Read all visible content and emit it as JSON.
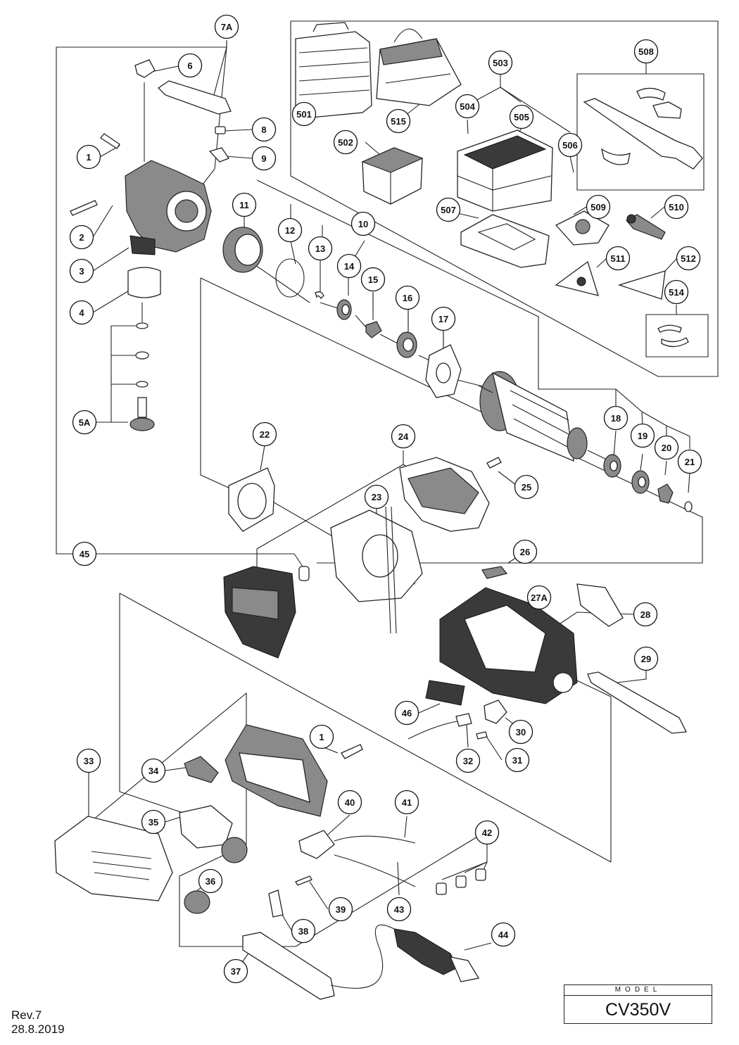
{
  "callouts": [
    {
      "id": "c7A",
      "label": "7A"
    },
    {
      "id": "c6",
      "label": "6"
    },
    {
      "id": "c8",
      "label": "8"
    },
    {
      "id": "c1a",
      "label": "1"
    },
    {
      "id": "c9",
      "label": "9"
    },
    {
      "id": "c2",
      "label": "2"
    },
    {
      "id": "c3",
      "label": "3"
    },
    {
      "id": "c4",
      "label": "4"
    },
    {
      "id": "c5A",
      "label": "5A"
    },
    {
      "id": "c11",
      "label": "11"
    },
    {
      "id": "c12",
      "label": "12"
    },
    {
      "id": "c13",
      "label": "13"
    },
    {
      "id": "c10",
      "label": "10"
    },
    {
      "id": "c14",
      "label": "14"
    },
    {
      "id": "c15",
      "label": "15"
    },
    {
      "id": "c16",
      "label": "16"
    },
    {
      "id": "c17",
      "label": "17"
    },
    {
      "id": "c18",
      "label": "18"
    },
    {
      "id": "c19",
      "label": "19"
    },
    {
      "id": "c20",
      "label": "20"
    },
    {
      "id": "c21",
      "label": "21"
    },
    {
      "id": "c22",
      "label": "22"
    },
    {
      "id": "c24",
      "label": "24"
    },
    {
      "id": "c25",
      "label": "25"
    },
    {
      "id": "c23",
      "label": "23"
    },
    {
      "id": "c45",
      "label": "45"
    },
    {
      "id": "c26",
      "label": "26"
    },
    {
      "id": "c27A",
      "label": "27A"
    },
    {
      "id": "c28",
      "label": "28"
    },
    {
      "id": "c29",
      "label": "29"
    },
    {
      "id": "c46",
      "label": "46"
    },
    {
      "id": "c30",
      "label": "30"
    },
    {
      "id": "c31",
      "label": "31"
    },
    {
      "id": "c32",
      "label": "32"
    },
    {
      "id": "c1b",
      "label": "1"
    },
    {
      "id": "c33",
      "label": "33"
    },
    {
      "id": "c34",
      "label": "34"
    },
    {
      "id": "c35",
      "label": "35"
    },
    {
      "id": "c40",
      "label": "40"
    },
    {
      "id": "c41",
      "label": "41"
    },
    {
      "id": "c42",
      "label": "42"
    },
    {
      "id": "c36",
      "label": "36"
    },
    {
      "id": "c39",
      "label": "39"
    },
    {
      "id": "c43",
      "label": "43"
    },
    {
      "id": "c38",
      "label": "38"
    },
    {
      "id": "c44",
      "label": "44"
    },
    {
      "id": "c37",
      "label": "37"
    },
    {
      "id": "c501",
      "label": "501"
    },
    {
      "id": "c515",
      "label": "515"
    },
    {
      "id": "c503",
      "label": "503"
    },
    {
      "id": "c504",
      "label": "504"
    },
    {
      "id": "c505",
      "label": "505"
    },
    {
      "id": "c506",
      "label": "506"
    },
    {
      "id": "c502",
      "label": "502"
    },
    {
      "id": "c508",
      "label": "508"
    },
    {
      "id": "c507",
      "label": "507"
    },
    {
      "id": "c509",
      "label": "509"
    },
    {
      "id": "c510",
      "label": "510"
    },
    {
      "id": "c511",
      "label": "511"
    },
    {
      "id": "c512",
      "label": "512"
    },
    {
      "id": "c514",
      "label": "514"
    }
  ],
  "model_box": {
    "label": "MODEL",
    "value": "CV350V"
  },
  "revision": {
    "rev": "Rev.7",
    "date": "28.8.2019"
  }
}
